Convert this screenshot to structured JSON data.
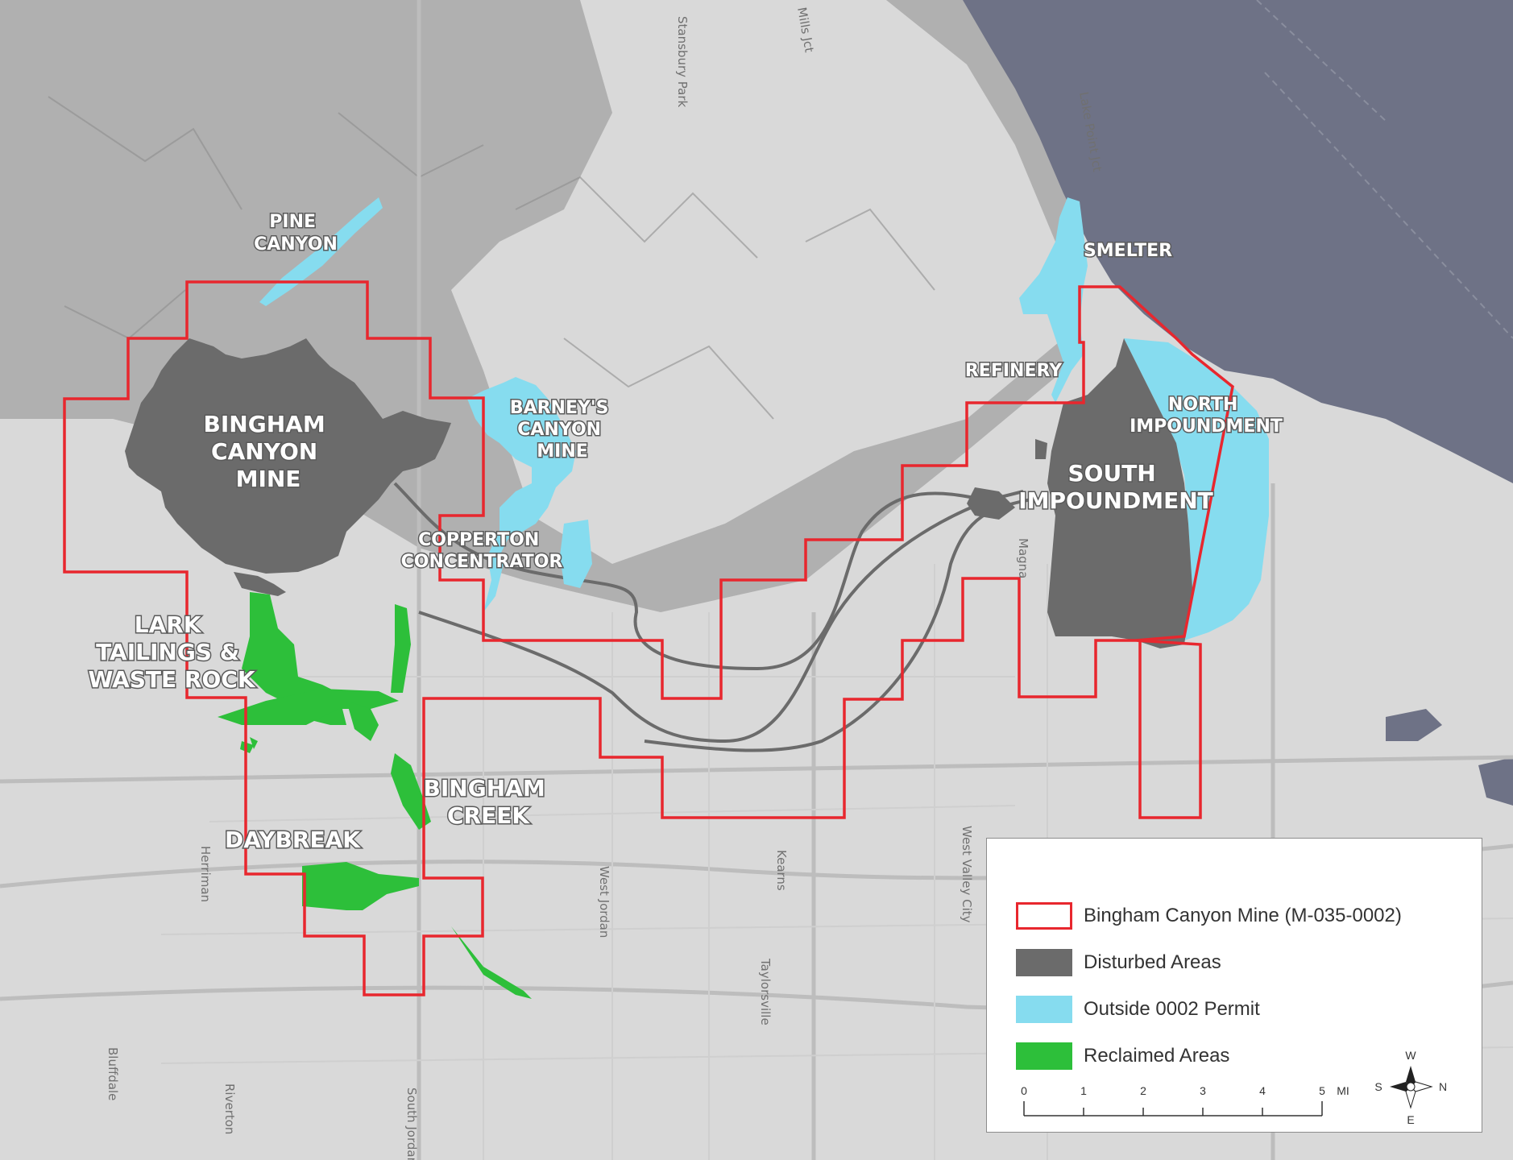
{
  "map": {
    "colors": {
      "background": "#d9d9d9",
      "water": "#6e7286",
      "mountain": "#a9a9a9",
      "boundary": "#e8272e",
      "disturbed": "#6b6b6b",
      "outside_permit": "#86dcef",
      "reclaimed": "#2dbf3a",
      "road": "#bdbdbd"
    },
    "labels": {
      "pine_canyon": [
        "PINE",
        "CANYON"
      ],
      "bingham_canyon_mine": [
        "BINGHAM",
        "CANYON",
        "MINE"
      ],
      "barneys_canyon_mine": [
        "BARNEY'S",
        "CANYON",
        "MINE"
      ],
      "copperton_concentrator": [
        "COPPERTON",
        "CONCENTRATOR"
      ],
      "lark": [
        "LARK",
        "TAILINGS &",
        "WASTE ROCK"
      ],
      "bingham_creek": [
        "BINGHAM",
        "CREEK"
      ],
      "daybreak": "DAYBREAK",
      "smelter": "SMELTER",
      "refinery": "REFINERY",
      "north_impoundment": [
        "NORTH",
        "IMPOUNDMENT"
      ],
      "south_impoundment": [
        "SOUTH",
        "IMPOUNDMENT"
      ]
    },
    "streets": {
      "herriman": "Herriman",
      "west_jordan": "West Jordan",
      "kearns": "Kearns",
      "taylorsville": "Taylorsville",
      "west_valley_city": "West Valley City",
      "bluffdale": "Bluffdale",
      "riverton": "Riverton",
      "south_jordan": "South Jordan",
      "lake_point_jct": "Lake Point Jct",
      "stansbury_park": "Stansbury Park",
      "mills_jct": "Mills Jct",
      "magna": "Magna"
    }
  },
  "legend": {
    "items": [
      {
        "label": "Bingham Canyon Mine (M-035-0002)",
        "color": "#e8272e",
        "style": "outline"
      },
      {
        "label": "Disturbed Areas",
        "color": "#6b6b6b",
        "style": "fill"
      },
      {
        "label": "Outside 0002 Permit",
        "color": "#86dcef",
        "style": "fill"
      },
      {
        "label": "Reclaimed Areas",
        "color": "#2dbf3a",
        "style": "fill"
      }
    ],
    "scale": {
      "ticks": [
        "0",
        "1",
        "2",
        "3",
        "4",
        "5"
      ],
      "unit": "MI"
    },
    "compass": {
      "n": "N",
      "s": "S",
      "e": "E",
      "w": "W"
    }
  }
}
